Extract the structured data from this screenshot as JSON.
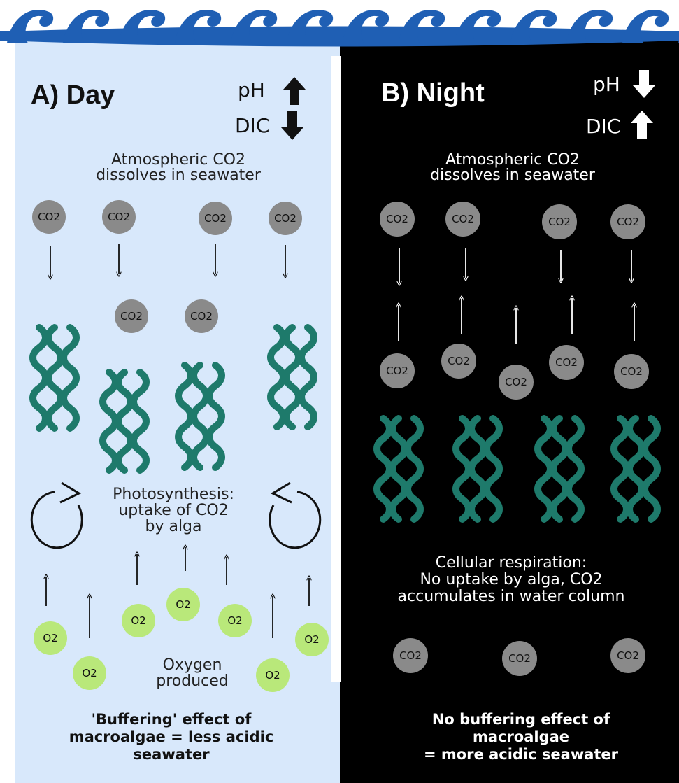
{
  "colors": {
    "day_background": "#d8e8fb",
    "night_background": "#000000",
    "wave": "#1f5fb4",
    "seaweed": "#1e7a6b",
    "co2_circle": "#8a8a8a",
    "o2_circle": "#b9e87a"
  },
  "day": {
    "title": "A) Day",
    "ph_label": "pH",
    "ph_trend": "up",
    "dic_label": "DIC",
    "dic_trend": "down",
    "atmospheric_line1": "Atmospheric CO2",
    "atmospheric_line2": "dissolves in seawater",
    "process_line1": "Photosynthesis:",
    "process_line2": "uptake of CO2",
    "process_line3": "by alga",
    "oxygen_line1": "Oxygen",
    "oxygen_line2": "produced",
    "conclusion_line1": "'Buffering' effect of",
    "conclusion_line2": "macroalgae = less acidic",
    "conclusion_line3": "seawater",
    "molecule_co2": "CO2",
    "molecule_o2": "O2"
  },
  "night": {
    "title": "B) Night",
    "ph_label": "pH",
    "ph_trend": "down",
    "dic_label": "DIC",
    "dic_trend": "up",
    "atmospheric_line1": "Atmospheric CO2",
    "atmospheric_line2": "dissolves in seawater",
    "process_line1": "Cellular respiration:",
    "process_line2": "No uptake by alga, CO2",
    "process_line3": "accumulates in water column",
    "conclusion_line1": "No buffering effect of",
    "conclusion_line2": "macroalgae",
    "conclusion_line3": "= more acidic seawater",
    "molecule_co2": "CO2"
  }
}
